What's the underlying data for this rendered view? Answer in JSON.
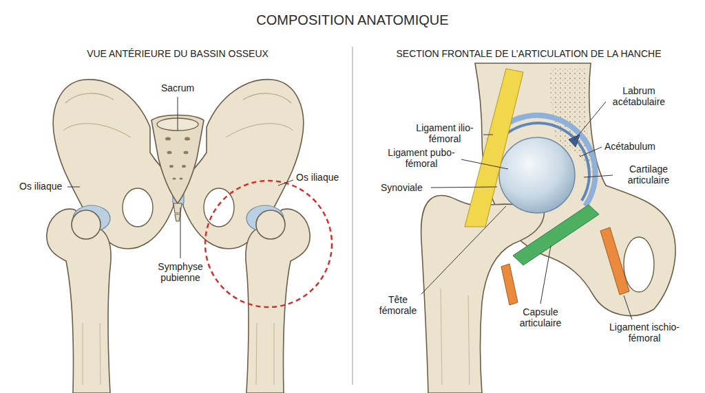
{
  "diagram": {
    "title": "COMPOSITION ANATOMIQUE",
    "labels": [
      "VUE ANTÉRIEURE DU BASSIN OSSEUX",
      "SECTION FRONTALE DE L’ARTICULATION DE LA HANCHE",
      "Sacrum",
      "Os iliaque",
      "Os iliaque",
      "Symphyse pubienne",
      "Ligament ilio-fémoral",
      "Ligament pubo-fémoral",
      "Synoviale",
      "Tête fémorale",
      "Labrum acétabulaire",
      "Acétabulum",
      "Cartilage articulaire",
      "Capsule articulaire",
      "Ligament ischio-fémoral"
    ]
  }
}
